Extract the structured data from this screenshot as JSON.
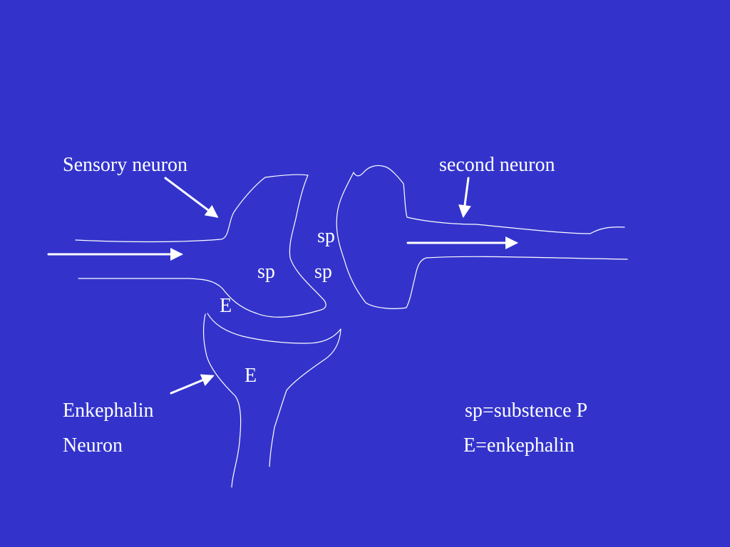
{
  "colors": {
    "background": "#3333cc",
    "foreground": "#ffffff"
  },
  "labels": {
    "sensory_neuron": "Sensory neuron",
    "second_neuron": "second neuron",
    "sp_top": "sp",
    "sp_left": "sp",
    "sp_right": "sp",
    "e_upper": "E",
    "e_lower": "E",
    "enkephalin": "Enkephalin",
    "neuron": "Neuron",
    "key_sp": "sp=substence P",
    "key_e": "E=enkephalin"
  }
}
